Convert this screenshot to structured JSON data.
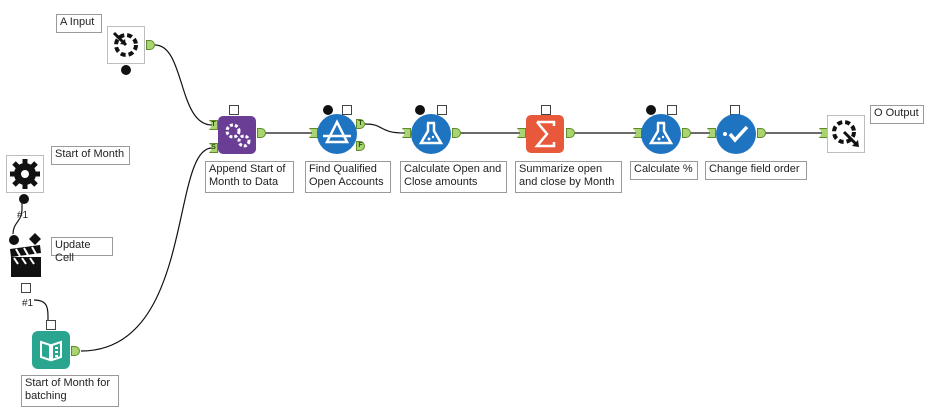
{
  "labels": {
    "a_input": "A Input",
    "start_of_month": "Start of Month",
    "update_cell": "Update Cell",
    "start_of_month_batching": "Start of Month for\nbatching",
    "append": "Append Start of\nMonth to Data",
    "find_qualified": "Find Qualified\nOpen Accounts",
    "calc_open_close": "Calculate Open and\nClose amounts",
    "summarize": "Summarize open\nand close by Month",
    "calc_pct": "Calculate %",
    "change_order": "Change field order",
    "o_output": "O Output"
  },
  "anchor_letters": {
    "append_target": "T",
    "append_source": "S",
    "filter_true": "T",
    "filter_false": "F"
  },
  "connection_labels": {
    "first": "#1",
    "second": "#1"
  },
  "colors": {
    "append": "#6b3e96",
    "filter": "#1f74c1",
    "formula": "#1f74c1",
    "summarize": "#e8593b",
    "select": "#1f74c1",
    "batch": "#2aa58f",
    "anchor": "#a9d46f"
  },
  "icons": {
    "a_input": "macro-input-icon",
    "start_of_month": "gear-icon",
    "update_cell": "clapperboard-icon",
    "batch": "book-icon",
    "append": "gears-icon",
    "filter": "filter-icon",
    "formula": "flask-icon",
    "summarize": "sigma-icon",
    "select": "check-icon",
    "o_output": "macro-output-icon"
  }
}
